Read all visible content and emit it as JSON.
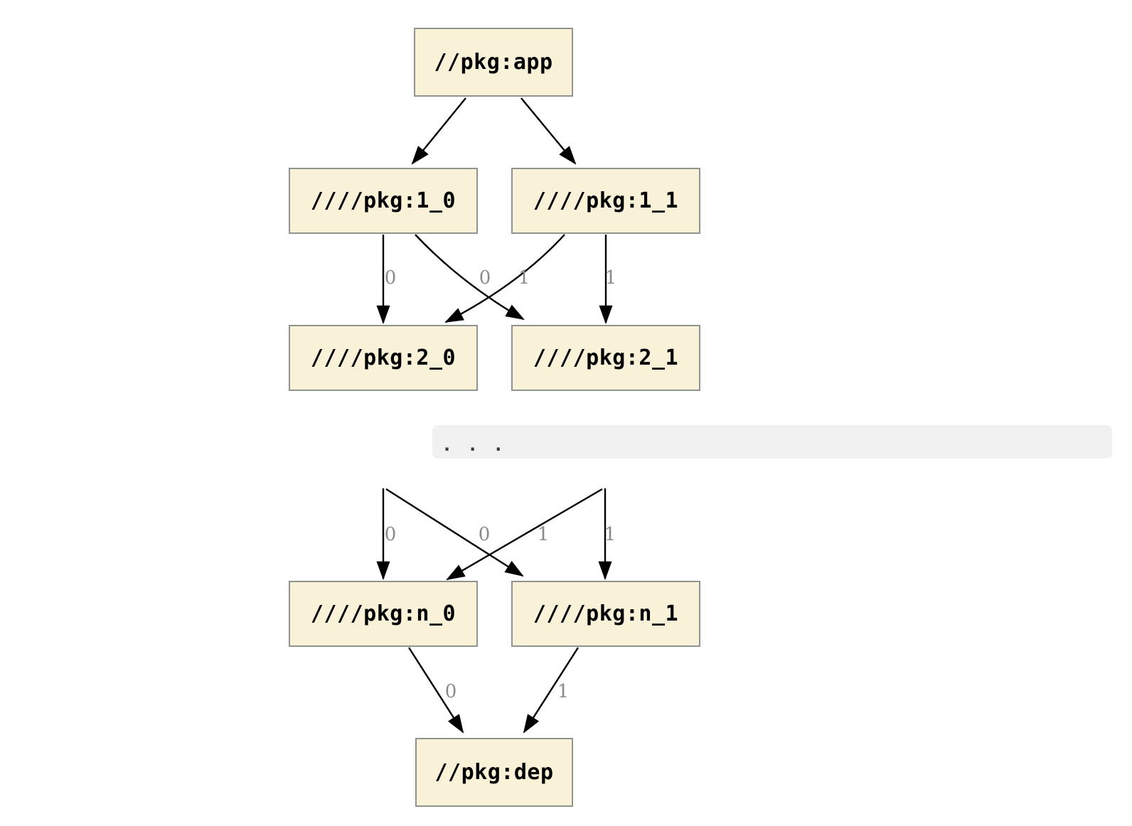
{
  "colors": {
    "node_fill": "#FAF2D8",
    "node_border": "#8F948F",
    "edge": "#000000",
    "edge_label": "#8A8A8A",
    "band_background": "#F1F1F2",
    "band_text": "#3A3A3A"
  },
  "upper_diagram": {
    "nodes": [
      {
        "id": "app",
        "label": "//pkg:app"
      },
      {
        "id": "1_0",
        "label": "////pkg:1_0"
      },
      {
        "id": "1_1",
        "label": "////pkg:1_1"
      },
      {
        "id": "2_0",
        "label": "////pkg:2_0"
      },
      {
        "id": "2_1",
        "label": "////pkg:2_1"
      }
    ],
    "edges": [
      {
        "from": "//pkg:app",
        "to": "////pkg:1_0",
        "label": ""
      },
      {
        "from": "//pkg:app",
        "to": "////pkg:1_1",
        "label": ""
      },
      {
        "from": "////pkg:1_0",
        "to": "////pkg:2_0",
        "label": "0"
      },
      {
        "from": "////pkg:1_0",
        "to": "////pkg:2_1",
        "label": "1"
      },
      {
        "from": "////pkg:1_1",
        "to": "////pkg:2_0",
        "label": "0"
      },
      {
        "from": "////pkg:1_1",
        "to": "////pkg:2_1",
        "label": "1"
      }
    ]
  },
  "ellipsis_band": {
    "text": ". . ."
  },
  "lower_diagram": {
    "nodes": [
      {
        "id": "n_0",
        "label": "////pkg:n_0"
      },
      {
        "id": "n_1",
        "label": "////pkg:n_1"
      },
      {
        "id": "dep",
        "label": "//pkg:dep"
      }
    ],
    "edges": [
      {
        "from": "...",
        "to": "////pkg:n_0",
        "label": "0"
      },
      {
        "from": "...",
        "to": "////pkg:n_1",
        "label": "1"
      },
      {
        "from": "...",
        "to": "////pkg:n_0",
        "label": "0"
      },
      {
        "from": "...",
        "to": "////pkg:n_1",
        "label": "1"
      },
      {
        "from": "////pkg:n_0",
        "to": "//pkg:dep",
        "label": "0"
      },
      {
        "from": "////pkg:n_1",
        "to": "//pkg:dep",
        "label": "1"
      }
    ]
  }
}
